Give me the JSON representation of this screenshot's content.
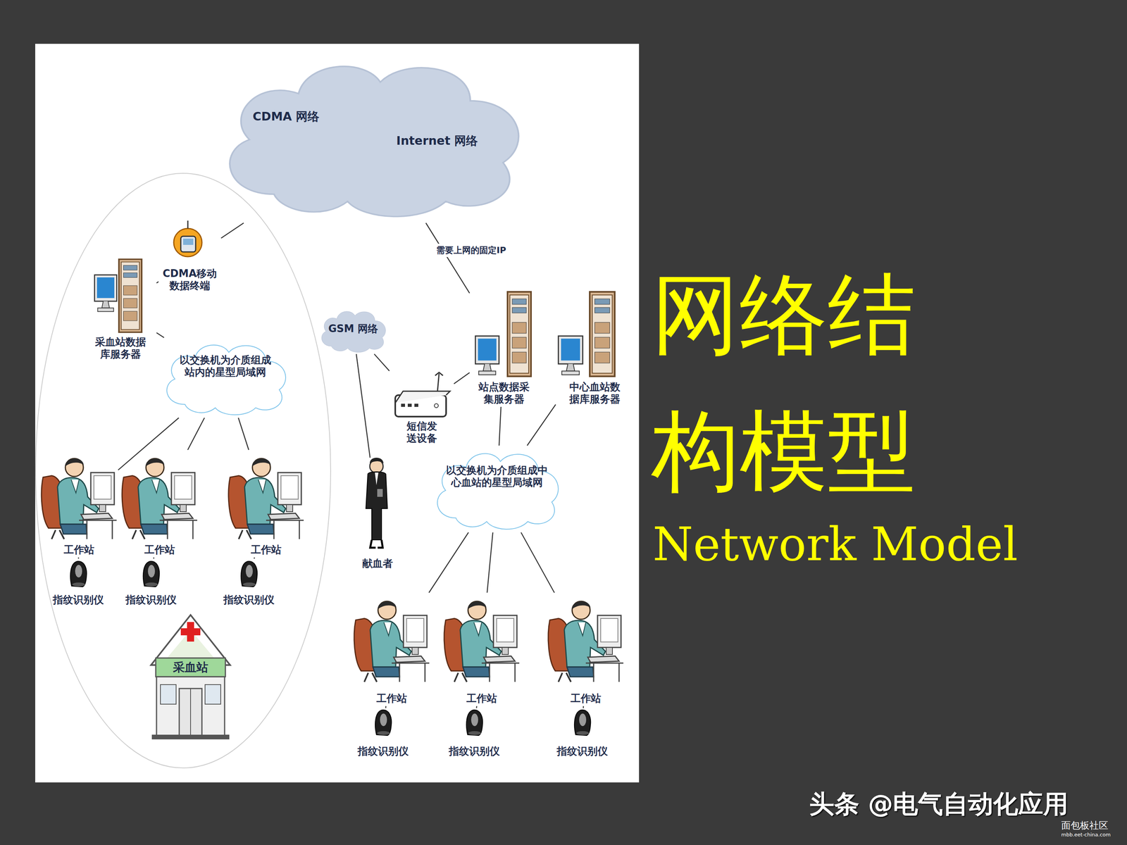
{
  "diagram": {
    "title": "网络结构模型",
    "nodes": [
      {
        "text": [
          "CDMA 网络",
          "Internet 网络"
        ]
      },
      {
        "text": [
          "CDMA移动 数据终端"
        ]
      },
      {
        "text": [
          "采血站数据 库服务器"
        ]
      },
      {
        "text": [
          "以交换机为介质组成 站内的星型局域网"
        ]
      },
      {
        "text": [
          "工作站"
        ]
      },
      {
        "text": [
          "工作站"
        ]
      },
      {
        "text": [
          "工作站"
        ]
      },
      {
        "text": [
          "指纹识别仪"
        ]
      },
      {
        "text": [
          "指纹识别仪"
        ]
      },
      {
        "text": [
          "指纹识别仪"
        ]
      },
      {
        "text": [
          "采血站"
        ]
      },
      {
        "text": [
          "GSM 网络"
        ]
      },
      {
        "text": [
          "短信发 送设备"
        ]
      },
      {
        "text": [
          "站点数据采 集服务器"
        ]
      },
      {
        "text": [
          "中心血站数 据库服务器"
        ]
      },
      {
        "text": [
          "献血者"
        ]
      },
      {
        "text": [
          "以交换机为介质组成中 心血站的星型局域网"
        ]
      },
      {
        "text": [
          "工作站"
        ]
      },
      {
        "text": [
          "工作站"
        ]
      },
      {
        "text": [
          "工作站"
        ]
      },
      {
        "text": [
          "指纹识别仪"
        ]
      },
      {
        "text": [
          "指纹识别仪"
        ]
      },
      {
        "text": [
          "指纹识别仪"
        ]
      }
    ],
    "edges": [
      {
        "from": 0,
        "to": 1,
        "arrow": "none"
      },
      {
        "from": 1,
        "to": 2,
        "arrow": "none"
      },
      {
        "from": 2,
        "to": 3,
        "arrow": "none"
      },
      {
        "from": 3,
        "to": 4,
        "arrow": "none"
      },
      {
        "from": 3,
        "to": 5,
        "arrow": "none"
      },
      {
        "from": 3,
        "to": 6,
        "arrow": "none"
      },
      {
        "from": 4,
        "to": 7,
        "arrow": "none"
      },
      {
        "from": 5,
        "to": 8,
        "arrow": "none"
      },
      {
        "from": 6,
        "to": 9,
        "arrow": "none"
      },
      {
        "from": 11,
        "to": 12,
        "arrow": "none"
      },
      {
        "from": 11,
        "to": 15,
        "arrow": "none"
      },
      {
        "from": 12,
        "to": 13,
        "arrow": "none"
      },
      {
        "from": 0,
        "to": 13,
        "label": "需要上网的固定IP",
        "arrow": "none"
      },
      {
        "from": 13,
        "to": 16,
        "arrow": "none"
      },
      {
        "from": 14,
        "to": 16,
        "arrow": "none"
      },
      {
        "from": 16,
        "to": 17,
        "arrow": "none"
      },
      {
        "from": 16,
        "to": 18,
        "arrow": "none"
      },
      {
        "from": 16,
        "to": 19,
        "arrow": "none"
      },
      {
        "from": 17,
        "to": 20,
        "arrow": "none"
      },
      {
        "from": 18,
        "to": 21,
        "arrow": "none"
      },
      {
        "from": 19,
        "to": 22,
        "arrow": "none"
      }
    ],
    "labels": [
      "Network Model",
      "头条 @电气自动化应用",
      "面包板社区",
      "mbb.eet-china.com"
    ]
  }
}
